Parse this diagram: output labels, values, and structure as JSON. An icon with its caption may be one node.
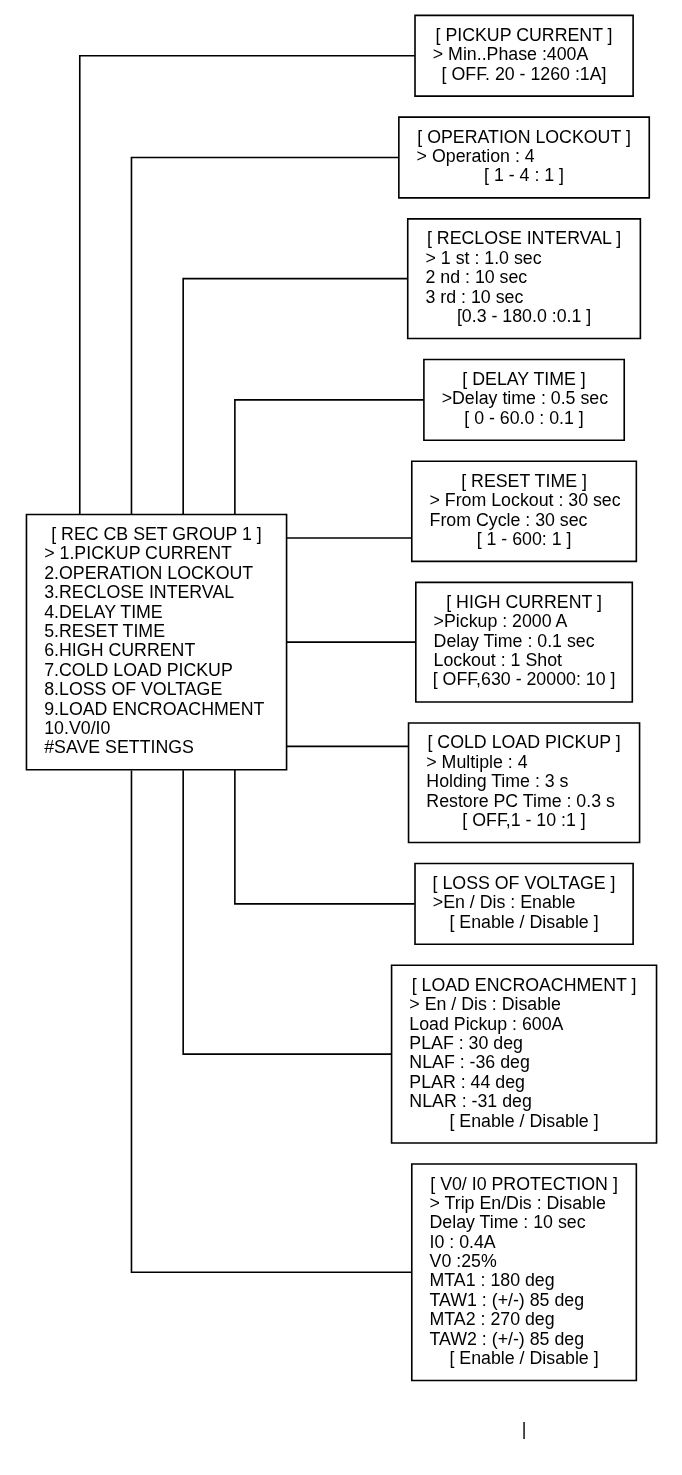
{
  "diagram": {
    "nodes": [
      {
        "text": [
          "[ REC CB SET GROUP 1 ]",
          "> 1.PICKUP CURRENT",
          "2.OPERATION LOCKOUT",
          "3.RECLOSE INTERVAL",
          "4.DELAY TIME",
          "5.RESET TIME",
          "6.HIGH CURRENT",
          "7.COLD LOAD PICKUP",
          "8.LOSS OF VOLTAGE",
          "9.LOAD ENCROACHMENT",
          "10.V0/I0",
          "#SAVE SETTINGS"
        ]
      },
      {
        "text": [
          "[ PICKUP CURRENT ]",
          "> Min..Phase :400A",
          "[ OFF. 20 - 1260 :1A]"
        ]
      },
      {
        "text": [
          "[ OPERATION LOCKOUT ]",
          "> Operation : 4",
          "[ 1 - 4 : 1 ]"
        ]
      },
      {
        "text": [
          "[ RECLOSE INTERVAL ]",
          "> 1 st : 1.0 sec",
          "2 nd : 10 sec",
          "3 rd : 10 sec",
          "[0.3 - 180.0 :0.1 ]"
        ]
      },
      {
        "text": [
          "[ DELAY TIME ]",
          ">Delay time : 0.5 sec",
          "[ 0 - 60.0 : 0.1 ]"
        ]
      },
      {
        "text": [
          "[ RESET TIME ]",
          "> From Lockout : 30 sec",
          "From Cycle : 30 sec",
          "[ 1 - 600: 1 ]"
        ]
      },
      {
        "text": [
          "[ HIGH CURRENT ]",
          ">Pickup : 2000 A",
          "Delay Time : 0.1 sec",
          "Lockout : 1 Shot",
          "[ OFF,630 - 20000: 10 ]"
        ]
      },
      {
        "text": [
          "[ COLD LOAD PICKUP ]",
          "> Multiple : 4",
          "Holding Time : 3 s",
          "Restore PC Time : 0.3 s",
          "[ OFF,1 - 10 :1 ]"
        ]
      },
      {
        "text": [
          "[ LOSS OF VOLTAGE ]",
          ">En / Dis : Enable",
          "[ Enable / Disable ]"
        ]
      },
      {
        "text": [
          "[ LOAD ENCROACHMENT ]",
          "> En / Dis : Disable",
          "Load Pickup : 600A",
          "PLAF : 30 deg",
          "NLAF : -36 deg",
          "PLAR : 44 deg",
          "NLAR : -31 deg",
          "[ Enable / Disable ]"
        ]
      },
      {
        "text": [
          "[ V0/ I0 PROTECTION ]",
          "> Trip En/Dis : Disable",
          "Delay Time : 10 sec",
          "I0 : 0.4A",
          "V0 :25%",
          "MTA1 : 180 deg",
          "TAW1 : (+/-) 85 deg",
          "MTA2 : 270 deg",
          "TAW2 : (+/-) 85 deg",
          "[ Enable / Disable ]"
        ]
      }
    ],
    "edges": [
      {
        "from": 0,
        "to": 1,
        "arrow": "none"
      },
      {
        "from": 0,
        "to": 2,
        "arrow": "none"
      },
      {
        "from": 0,
        "to": 3,
        "arrow": "none"
      },
      {
        "from": 0,
        "to": 4,
        "arrow": "none"
      },
      {
        "from": 0,
        "to": 5,
        "arrow": "none"
      },
      {
        "from": 0,
        "to": 6,
        "arrow": "none"
      },
      {
        "from": 0,
        "to": 7,
        "arrow": "none"
      },
      {
        "from": 0,
        "to": 8,
        "arrow": "none"
      },
      {
        "from": 0,
        "to": 9,
        "arrow": "none"
      },
      {
        "from": 0,
        "to": 10,
        "arrow": "none"
      }
    ],
    "labels": [
      "|"
    ]
  }
}
